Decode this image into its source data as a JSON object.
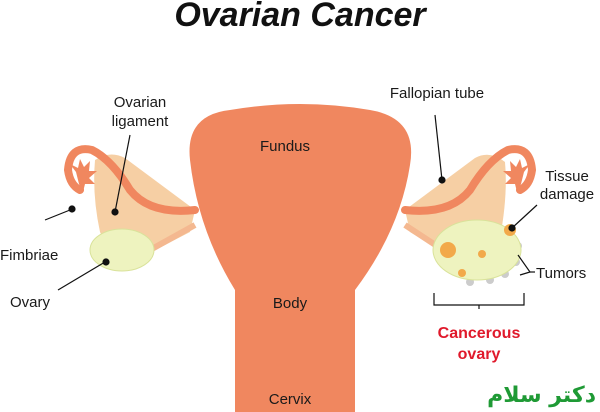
{
  "title": "Ovarian Cancer",
  "labels": {
    "ovarian_ligament_1": "Ovarian",
    "ovarian_ligament_2": "ligament",
    "fallopian_tube": "Fallopian tube",
    "fundus": "Fundus",
    "tissue_damage_1": "Tissue",
    "tissue_damage_2": "damage",
    "fimbriae": "Fimbriae",
    "tumors": "Tumors",
    "ovary": "Ovary",
    "body": "Body",
    "cancerous_ovary_1": "Cancerous",
    "cancerous_ovary_2": "ovary",
    "cervix": "Cervix"
  },
  "logo": "دکتر سلام",
  "colors": {
    "uterus": "#f0875f",
    "ligament": "#f6cfa4",
    "ovary": "#eef3bf",
    "damage": "#f2a94a",
    "accent_red": "#e0192b"
  }
}
